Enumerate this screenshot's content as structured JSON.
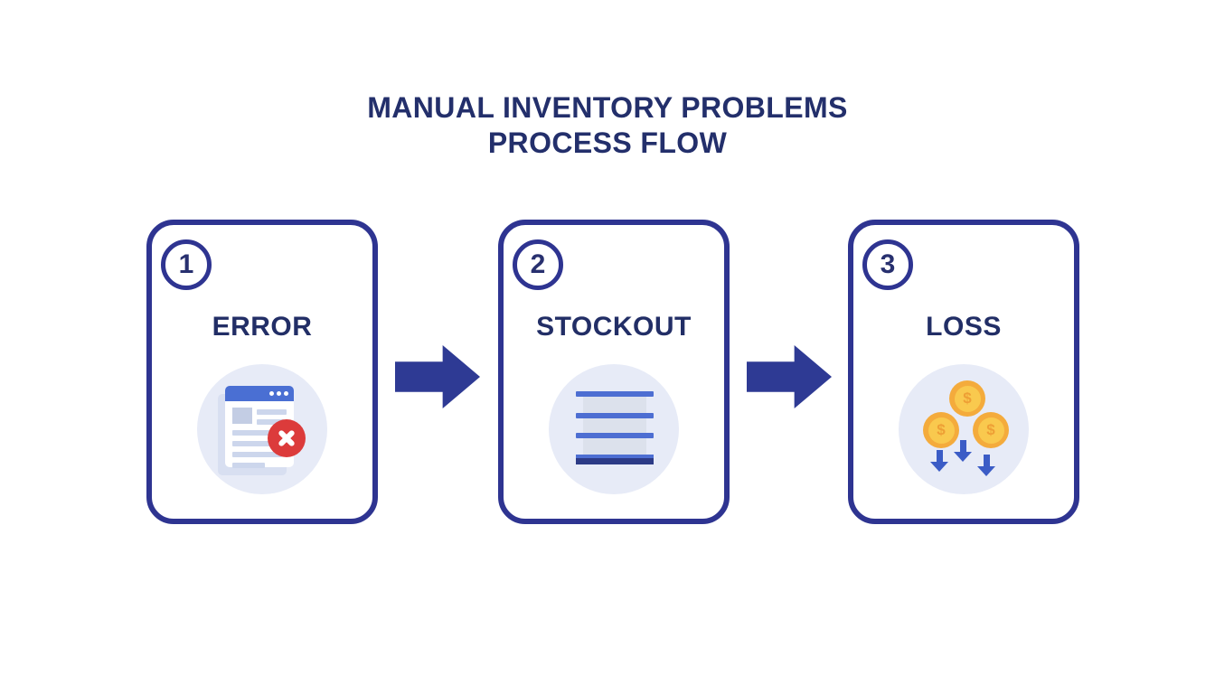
{
  "title": {
    "line1": "MANUAL INVENTORY PROBLEMS",
    "line2": "PROCESS FLOW"
  },
  "steps": [
    {
      "number": "1",
      "label": "ERROR",
      "icon": "document-error-icon"
    },
    {
      "number": "2",
      "label": "STOCKOUT",
      "icon": "empty-shelf-icon"
    },
    {
      "number": "3",
      "label": "LOSS",
      "icon": "falling-coins-icon",
      "coin_symbol": "$"
    }
  ],
  "colors": {
    "card_border": "#2e3491",
    "title_text": "#232f6b",
    "arrow": "#2e3a94",
    "icon_circle_bg": "#e7ebf7",
    "browser_header_blue": "#4a6fd3",
    "shelf_blue": "#4d6ed2",
    "shelf_base_navy": "#2c3a86",
    "error_red": "#dc3b3b",
    "coin_gold": "#f4ab3c",
    "coin_face": "#f9c94e",
    "down_arrow_blue": "#3b5cc6"
  }
}
